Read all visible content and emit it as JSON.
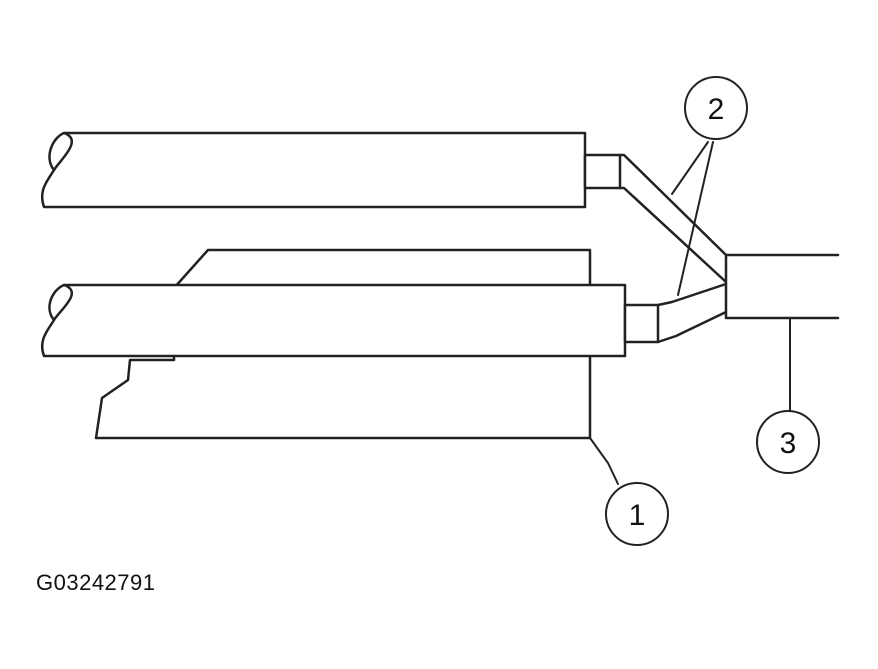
{
  "figure": {
    "id_label": "G03242791"
  },
  "callouts": [
    {
      "number": "1"
    },
    {
      "number": "2"
    },
    {
      "number": "3"
    }
  ],
  "colors": {
    "line": "#222222",
    "background": "#ffffff"
  }
}
